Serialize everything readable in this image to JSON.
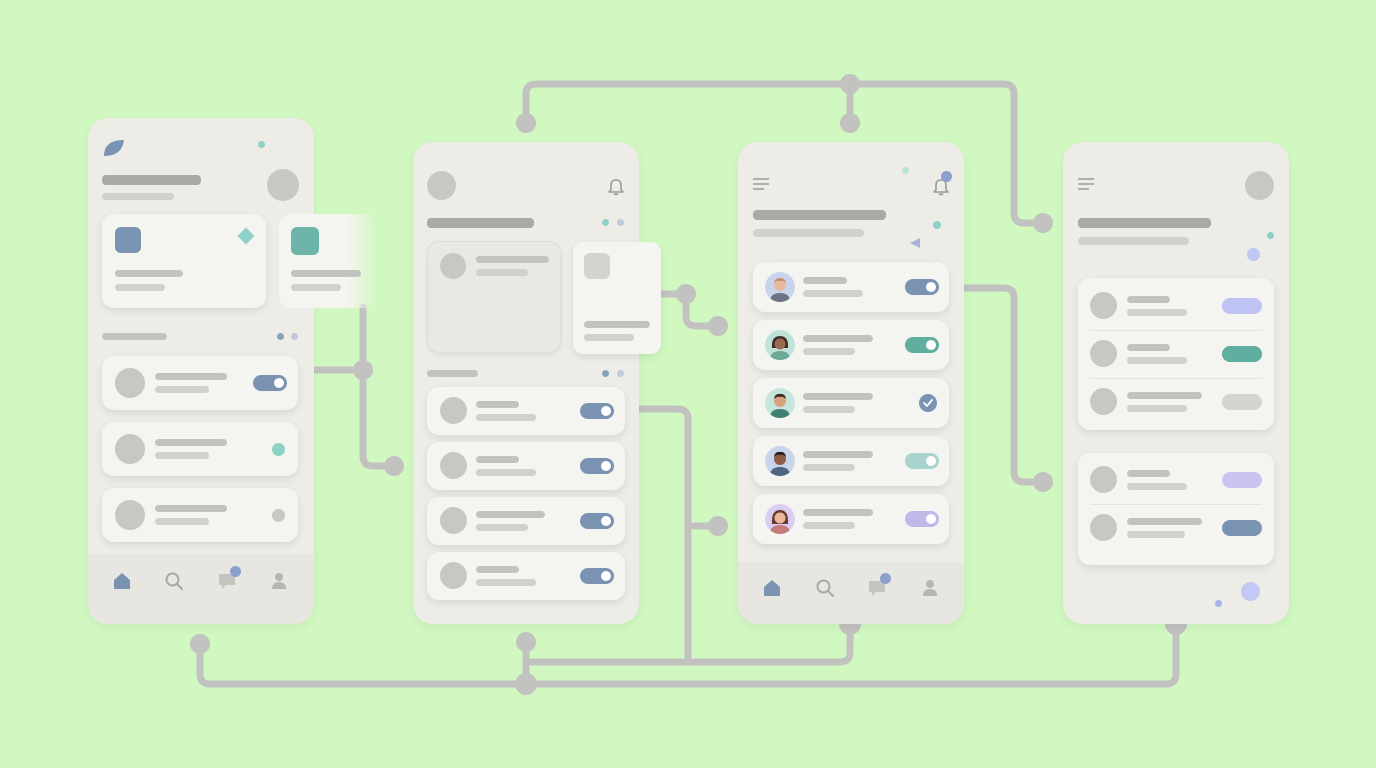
{
  "diagram": {
    "screens": [
      {
        "name": "home-screen",
        "toggles": [
          "on"
        ],
        "bottom_nav": [
          "home",
          "search",
          "messages",
          "profile"
        ]
      },
      {
        "name": "list-screen",
        "toggles": [
          "on",
          "on",
          "on",
          "on"
        ]
      },
      {
        "name": "contacts-screen",
        "toggles": [
          "on",
          "on",
          "checked",
          "on",
          "on"
        ],
        "bottom_nav": [
          "home",
          "search",
          "messages",
          "profile"
        ]
      },
      {
        "name": "settings-screen",
        "pills": [
          "lavender",
          "teal",
          "gray",
          "lavender",
          "blue"
        ]
      }
    ],
    "colors": {
      "background": "#d1f8c1",
      "connector": "#c2c2c0",
      "blue": "#7b93b2",
      "teal": "#5fae9f",
      "lavender": "#bfb9ea",
      "mint": "#8dd2c6"
    }
  }
}
